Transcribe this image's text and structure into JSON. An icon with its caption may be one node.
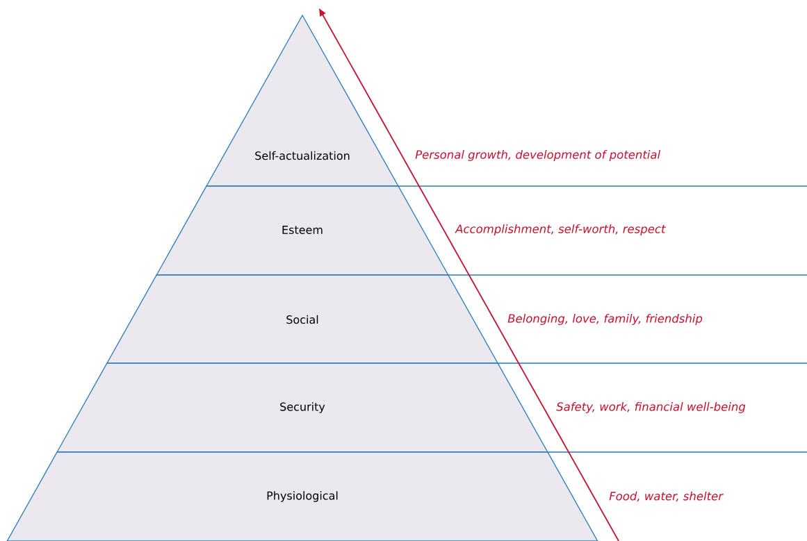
{
  "diagram": {
    "nodes": [
      {
        "text": [
          "Self-actualization"
        ],
        "beside": [
          "Personal growth, development of potential"
        ]
      },
      {
        "text": [
          "Esteem"
        ],
        "beside": [
          "Accomplishment, self-worth, respect"
        ]
      },
      {
        "text": [
          "Social"
        ],
        "beside": [
          "Belonging, love, family, friendship"
        ]
      },
      {
        "text": [
          "Security"
        ],
        "beside": [
          "Safety, work, financial well-being"
        ]
      },
      {
        "text": [
          "Physiological"
        ],
        "beside": [
          "Food, water, shelter"
        ]
      }
    ]
  }
}
